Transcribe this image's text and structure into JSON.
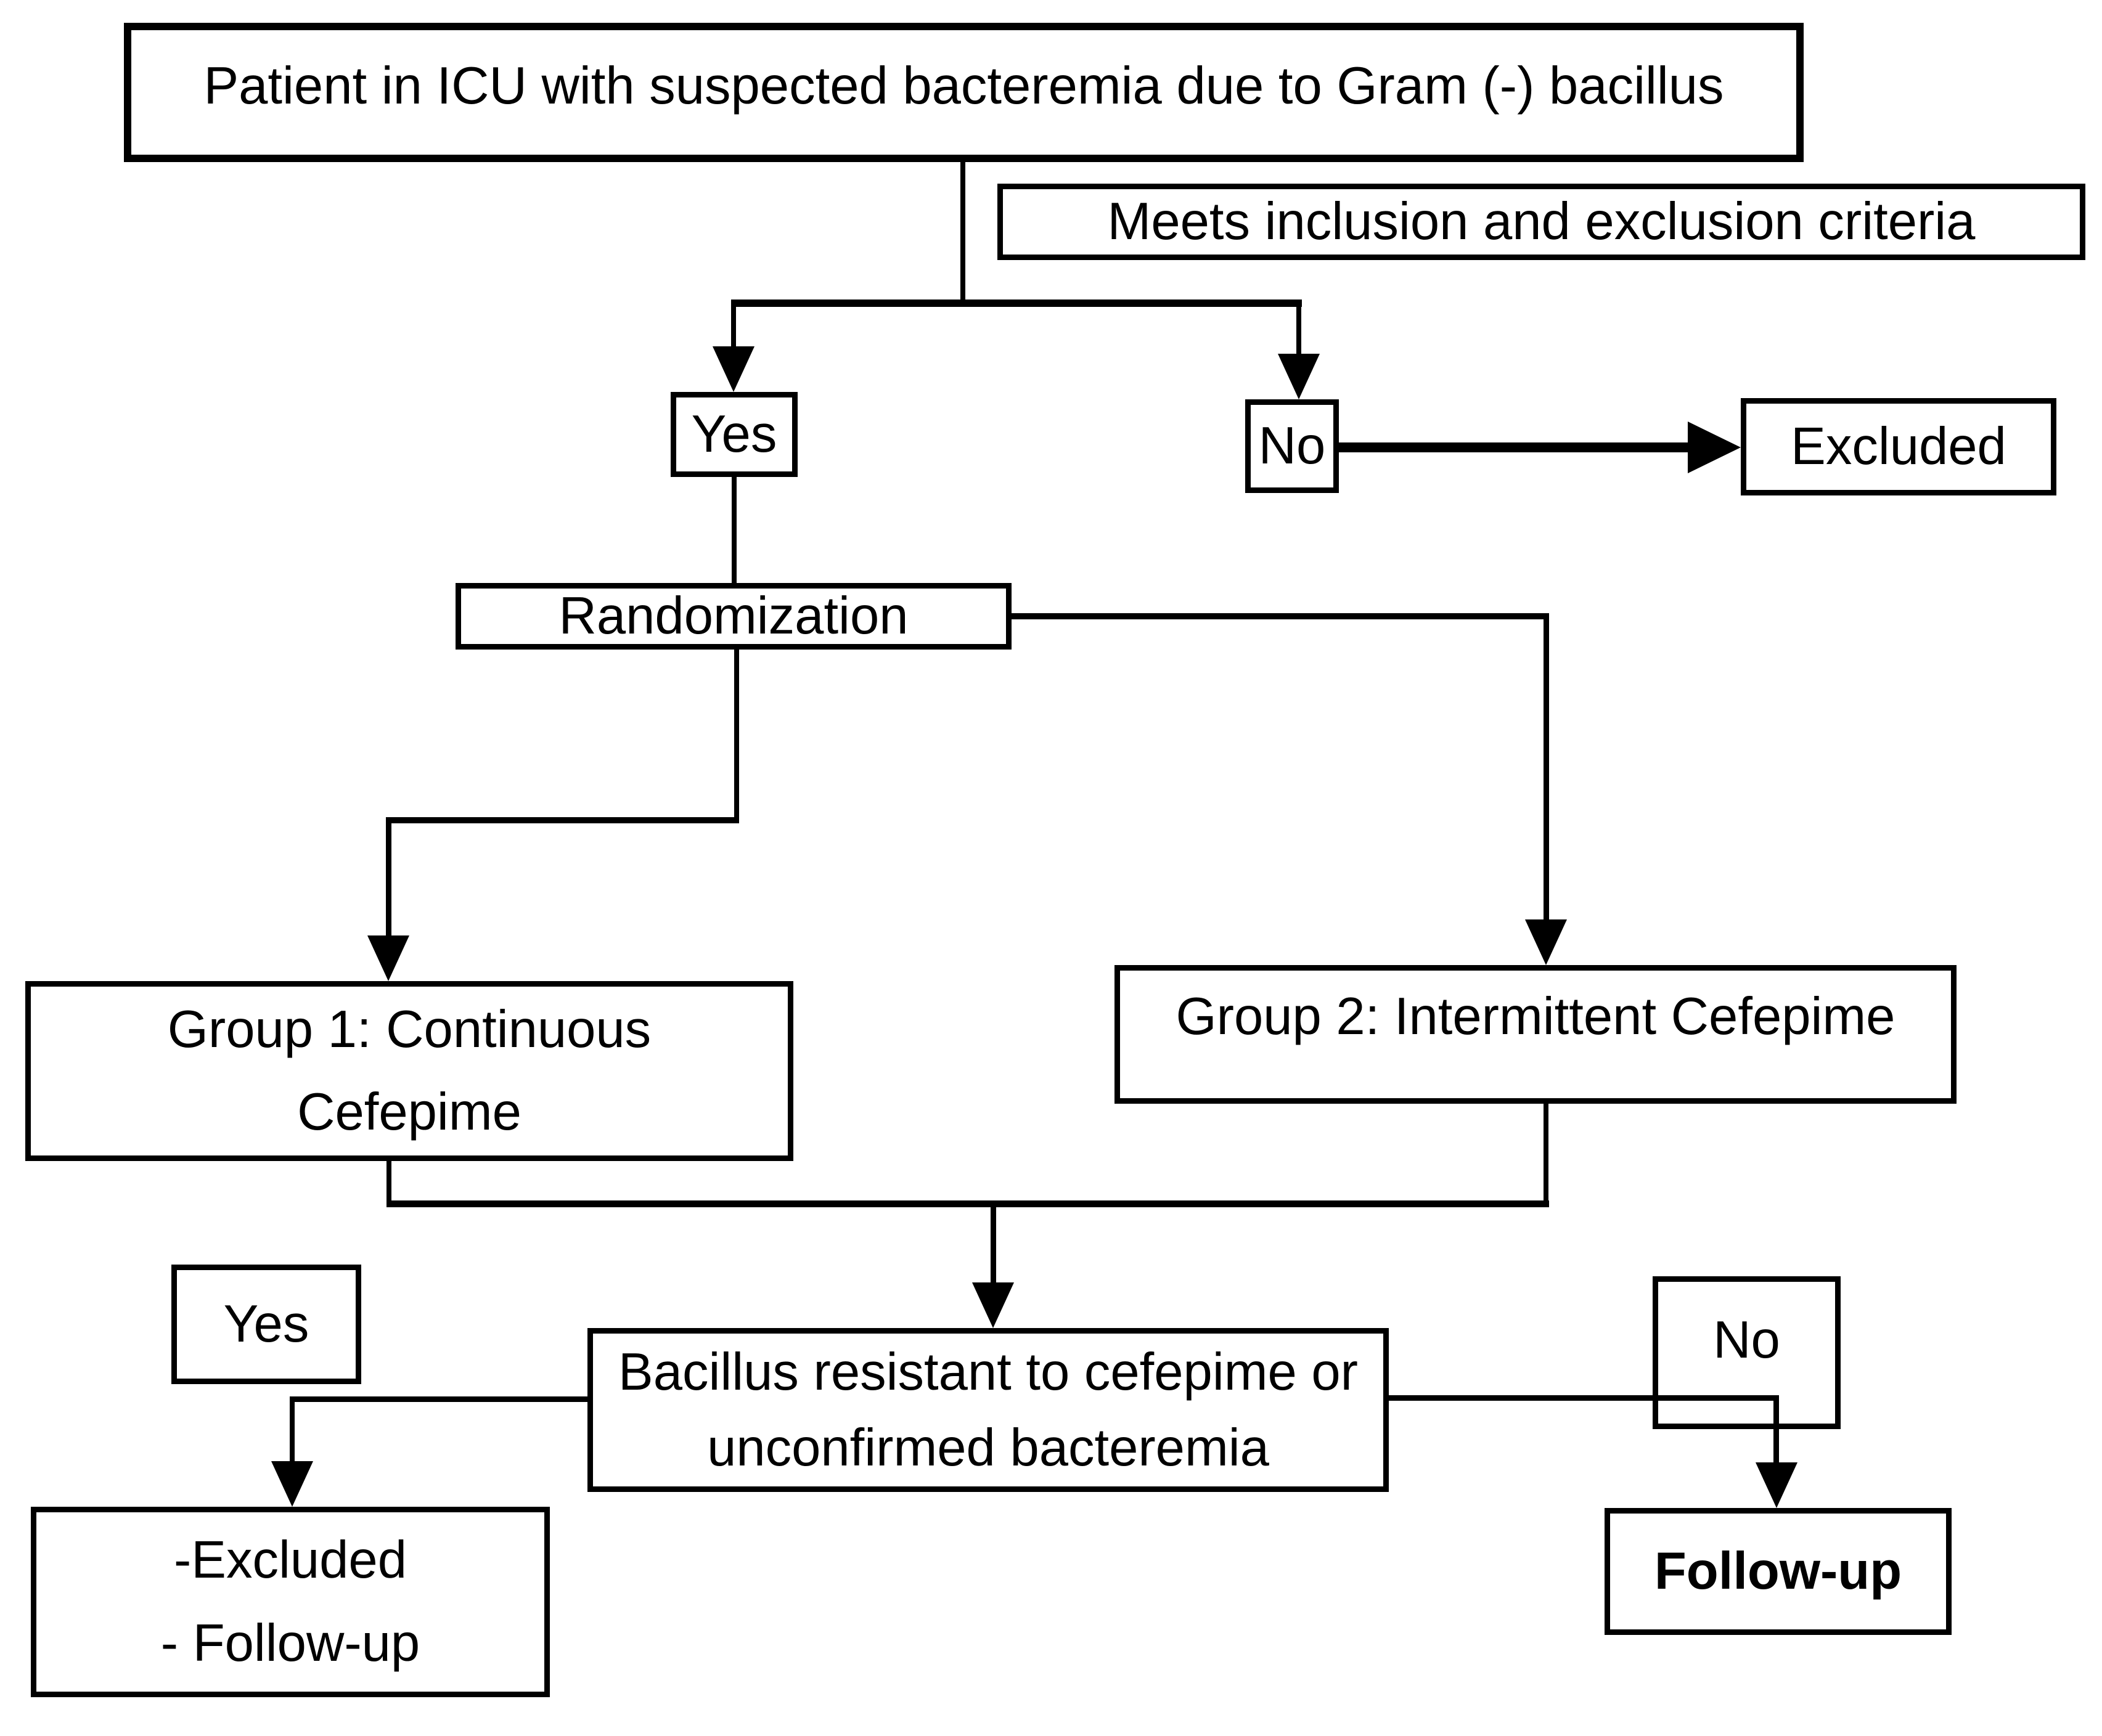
{
  "diagram": {
    "title_node": "Patient in ICU with suspected bacteremia due to Gram (-) bacillus",
    "colors": {
      "background": "#ffffff",
      "stroke": "#000000",
      "box_fill": "#ffffff",
      "text": "#000000"
    },
    "nodes": {
      "start": {
        "label": "Patient in ICU with suspected bacteremia due to Gram (-) bacillus"
      },
      "criteria": {
        "label": "Meets inclusion and exclusion criteria"
      },
      "decision1_yes": {
        "label": "Yes"
      },
      "decision1_no": {
        "label": "No"
      },
      "excluded": {
        "label": "Excluded"
      },
      "randomization": {
        "label": "Randomization"
      },
      "group1": {
        "line1": "Group 1: Continuous",
        "line2": "Cefepime"
      },
      "group2": {
        "label": "Group 2: Intermittent Cefepime"
      },
      "decision2_yes": {
        "label": "Yes"
      },
      "resistant": {
        "line1": "Bacillus resistant to cefepime or",
        "line2": "unconfirmed bacteremia"
      },
      "decision2_no": {
        "label": "No"
      },
      "excluded_followup": {
        "line1": "-Excluded",
        "line2": "- Follow-up"
      },
      "followup": {
        "label": "Follow-up"
      }
    },
    "edges": [
      "start -> criteria junction",
      "junction -> Yes",
      "junction -> No",
      "No -> Excluded",
      "Yes -> Randomization",
      "Randomization -> Group 1: Continuous Cefepime",
      "Randomization -> Group 2: Intermittent Cefepime",
      "Group 1 + Group 2 -> Bacillus resistant to cefepime or unconfirmed bacteremia",
      "resistant -Yes-> -Excluded - Follow-up",
      "resistant -No-> Follow-up"
    ]
  }
}
